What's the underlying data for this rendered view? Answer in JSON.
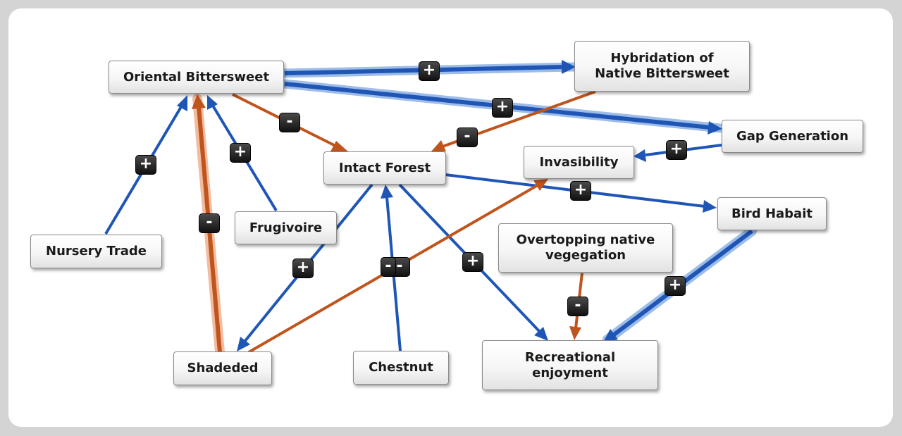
{
  "colors": {
    "positive": "#1f56b6",
    "negative": "#c0541d",
    "background": "#d4d4d4",
    "canvas": "#ffffff"
  },
  "nodes": {
    "oriental_bittersweet": "Oriental Bittersweet",
    "hybridation": "Hybridation of\nNative Bittersweet",
    "gap_generation": "Gap Generation",
    "intact_forest": "Intact Forest",
    "invasibility": "Invasibility",
    "bird_habait": "Bird Habait",
    "nursery_trade": "Nursery Trade",
    "frugivoire": "Frugivoire",
    "overtopping": "Overtopping native\nvegegation",
    "shadeded": "Shadeded",
    "chestnut": "Chestnut",
    "recreational": "Recreational\nenjoyment"
  },
  "edges": [
    {
      "from": "Oriental Bittersweet",
      "to": "Hybridation of Native Bittersweet",
      "sign": "+",
      "strong": true
    },
    {
      "from": "Oriental Bittersweet",
      "to": "Gap Generation",
      "sign": "+",
      "strong": true
    },
    {
      "from": "Oriental Bittersweet",
      "to": "Intact Forest",
      "sign": "-",
      "strong": false
    },
    {
      "from": "Hybridation of Native Bittersweet",
      "to": "Intact Forest",
      "sign": "-",
      "strong": false
    },
    {
      "from": "Gap Generation",
      "to": "Invasibility",
      "sign": "+",
      "strong": false
    },
    {
      "from": "Nursery Trade",
      "to": "Oriental Bittersweet",
      "sign": "+",
      "strong": false
    },
    {
      "from": "Shadeded",
      "to": "Oriental Bittersweet",
      "sign": "-",
      "strong": true
    },
    {
      "from": "Frugivoire",
      "to": "Oriental Bittersweet",
      "sign": "+",
      "strong": false
    },
    {
      "from": "Intact Forest",
      "to": "Bird Habait",
      "sign": "+",
      "strong": false
    },
    {
      "from": "Intact Forest",
      "to": "Shadeded",
      "sign": "+",
      "strong": false
    },
    {
      "from": "Intact Forest",
      "to": "Recreational enjoyment",
      "sign": "+",
      "strong": false
    },
    {
      "from": "Chestnut",
      "to": "Intact Forest",
      "sign": "-",
      "strong": false
    },
    {
      "from": "Shadeded",
      "to": "Invasibility",
      "sign": "-",
      "strong": false
    },
    {
      "from": "Overtopping native vegegation",
      "to": "Recreational enjoyment",
      "sign": "-",
      "strong": false
    },
    {
      "from": "Bird Habait",
      "to": "Recreational enjoyment",
      "sign": "+",
      "strong": true
    }
  ]
}
